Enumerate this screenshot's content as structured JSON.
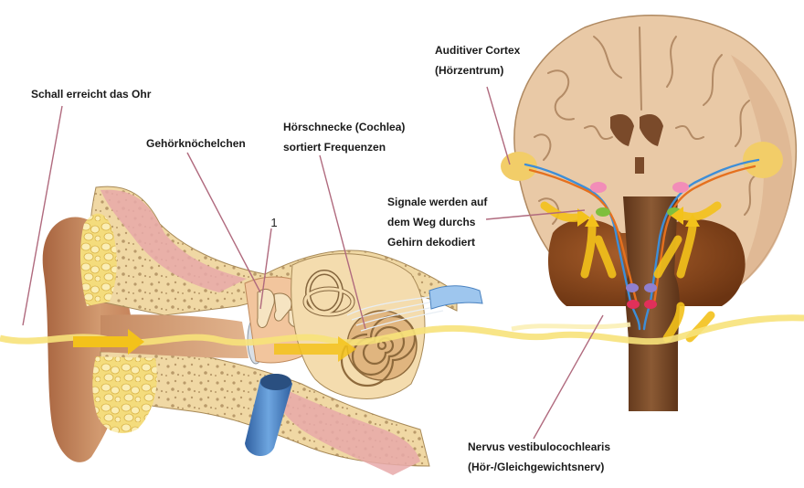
{
  "labels": {
    "sound": "Schall erreicht das Ohr",
    "ossicles": "Gehörknöchelchen",
    "cochlea_line1": "Hörschnecke (Cochlea)",
    "cochlea_line2": "sortiert Frequenzen",
    "cortex_line1": "Auditiver Cortex",
    "cortex_line2": "(Hörzentrum)",
    "signals_line1": "Signale werden auf",
    "signals_line2": "dem Weg durchs",
    "signals_line3": "Gehirn dekodiert",
    "nerve_line1": "Nervus vestibulocochlearis",
    "nerve_line2": "(Hör-/Gleichgewichtsnerv)",
    "marker_1": "1"
  },
  "colors": {
    "label_line": "#b06a7e",
    "sound_wave": "#f7e27a",
    "arrow": "#f3c21b",
    "skin": "#c9895f",
    "bone": "#f1d9a6",
    "brain": "#e8c7a8",
    "brainstem": "#7a4a2a",
    "cerebellum": "#8c4a1c",
    "nerve_blue": "#3d8ed8",
    "nerve_orange": "#e5701e",
    "tube_blue": "#4a7fc2"
  }
}
